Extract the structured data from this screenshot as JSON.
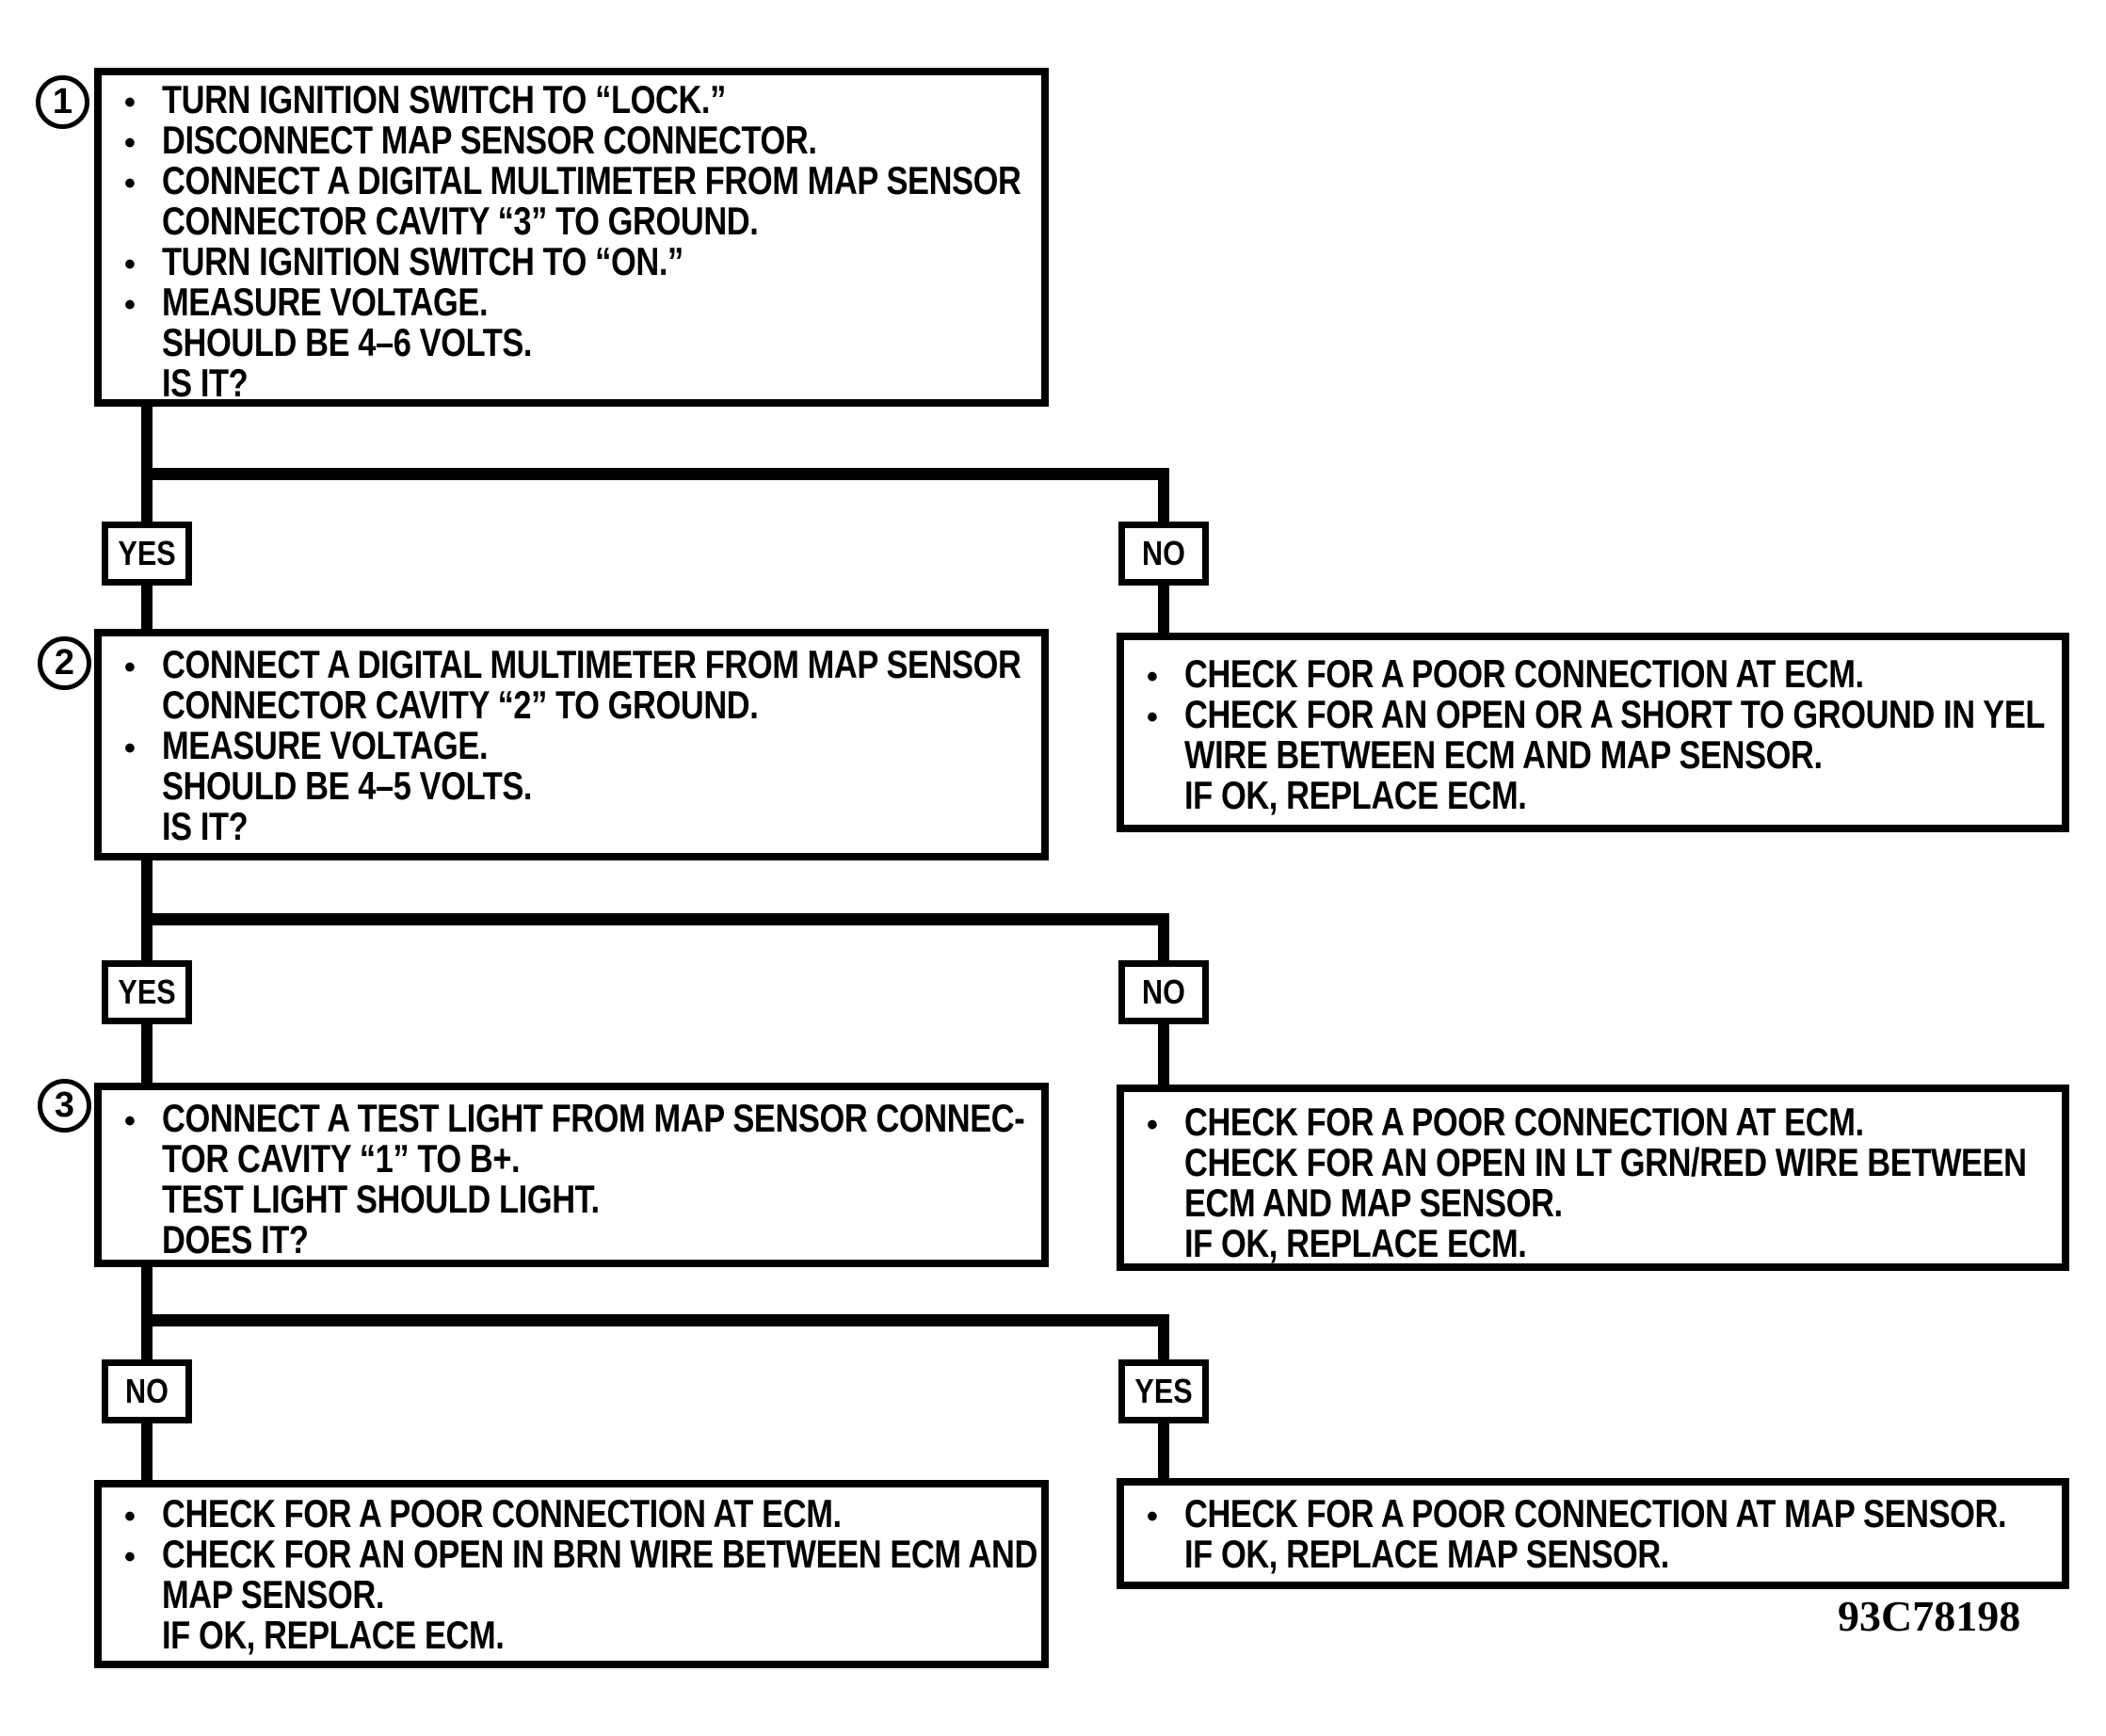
{
  "figure_id": "93C78198",
  "flowchart": {
    "steps": [
      {
        "number": "1",
        "lines": [
          {
            "bullet": true,
            "text": "TURN IGNITION SWITCH TO “LOCK.”"
          },
          {
            "bullet": true,
            "text": "DISCONNECT MAP SENSOR CONNECTOR."
          },
          {
            "bullet": true,
            "text": "CONNECT A DIGITAL MULTIMETER FROM MAP SENSOR"
          },
          {
            "bullet": false,
            "text": "CONNECTOR CAVITY “3” TO GROUND."
          },
          {
            "bullet": true,
            "text": "TURN IGNITION SWITCH TO “ON.”"
          },
          {
            "bullet": true,
            "text": "MEASURE VOLTAGE."
          },
          {
            "bullet": false,
            "text": "SHOULD BE 4–6 VOLTS."
          },
          {
            "bullet": false,
            "text": "IS IT?"
          }
        ]
      },
      {
        "number": "2",
        "lines": [
          {
            "bullet": true,
            "text": "CONNECT A DIGITAL MULTIMETER FROM MAP SENSOR"
          },
          {
            "bullet": false,
            "text": "CONNECTOR CAVITY “2” TO GROUND."
          },
          {
            "bullet": true,
            "text": "MEASURE VOLTAGE."
          },
          {
            "bullet": false,
            "text": "SHOULD BE 4–5 VOLTS."
          },
          {
            "bullet": false,
            "text": "IS IT?"
          }
        ]
      },
      {
        "number": "3",
        "lines": [
          {
            "bullet": true,
            "text": "CONNECT A TEST LIGHT FROM MAP SENSOR CONNEC-"
          },
          {
            "bullet": false,
            "text": "TOR CAVITY “1” TO B+."
          },
          {
            "bullet": false,
            "text": "TEST LIGHT SHOULD LIGHT."
          },
          {
            "bullet": false,
            "text": "DOES IT?"
          }
        ]
      }
    ],
    "branch_labels": [
      {
        "left": "YES",
        "right": "NO"
      },
      {
        "left": "YES",
        "right": "NO"
      },
      {
        "left": "NO",
        "right": "YES"
      }
    ],
    "results": {
      "step1_no": {
        "lines": [
          {
            "bullet": true,
            "text": "CHECK FOR A POOR CONNECTION AT ECM."
          },
          {
            "bullet": true,
            "text": "CHECK FOR AN OPEN OR A SHORT TO GROUND IN YEL"
          },
          {
            "bullet": false,
            "text": "WIRE BETWEEN ECM AND MAP SENSOR."
          },
          {
            "bullet": false,
            "text": "IF OK, REPLACE ECM."
          }
        ]
      },
      "step2_no": {
        "lines": [
          {
            "bullet": true,
            "text": "CHECK FOR A POOR CONNECTION AT ECM."
          },
          {
            "bullet": false,
            "text": "CHECK FOR AN OPEN IN LT GRN/RED WIRE BETWEEN"
          },
          {
            "bullet": false,
            "text": "ECM AND MAP SENSOR."
          },
          {
            "bullet": false,
            "text": "IF OK, REPLACE ECM."
          }
        ]
      },
      "step3_no": {
        "lines": [
          {
            "bullet": true,
            "text": "CHECK FOR A POOR CONNECTION AT ECM."
          },
          {
            "bullet": true,
            "text": "CHECK FOR AN OPEN IN BRN WIRE BETWEEN ECM AND"
          },
          {
            "bullet": false,
            "text": "MAP SENSOR."
          },
          {
            "bullet": false,
            "text": "IF OK, REPLACE ECM."
          }
        ]
      },
      "step3_yes": {
        "lines": [
          {
            "bullet": true,
            "text": "CHECK FOR A POOR CONNECTION AT MAP SENSOR."
          },
          {
            "bullet": false,
            "text": "IF OK, REPLACE MAP SENSOR."
          }
        ]
      }
    }
  }
}
